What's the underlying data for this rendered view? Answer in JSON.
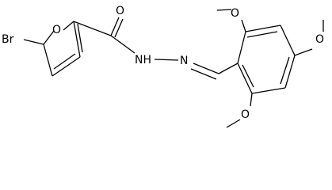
{
  "structure": {
    "atoms": {
      "bromine": "Br",
      "furan_oxygen": "O",
      "carbonyl_oxygen": "O",
      "hydrazide_nh": "NH",
      "hydrazone_n": "N",
      "methoxy_oxygen_top": "O",
      "methoxy_oxygen_right": "O",
      "methoxy_oxygen_bottom": "O"
    }
  }
}
